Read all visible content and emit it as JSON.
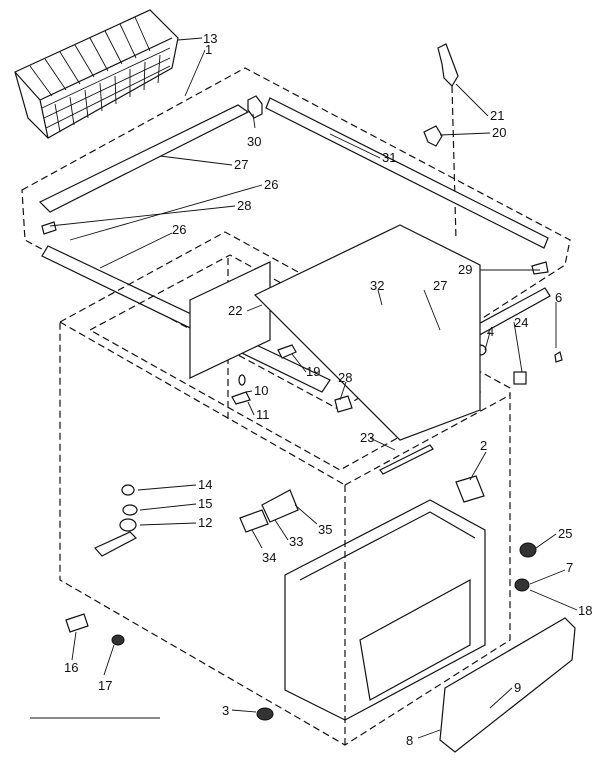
{
  "diagram": {
    "callouts": [
      "13",
      "1",
      "30",
      "21",
      "20",
      "31",
      "27",
      "26",
      "28",
      "26",
      "29",
      "27",
      "6",
      "32",
      "22",
      "24",
      "4",
      "19",
      "28",
      "10",
      "11",
      "23",
      "2",
      "14",
      "15",
      "12",
      "35",
      "33",
      "34",
      "25",
      "7",
      "18",
      "16",
      "17",
      "3",
      "9",
      "8"
    ]
  }
}
